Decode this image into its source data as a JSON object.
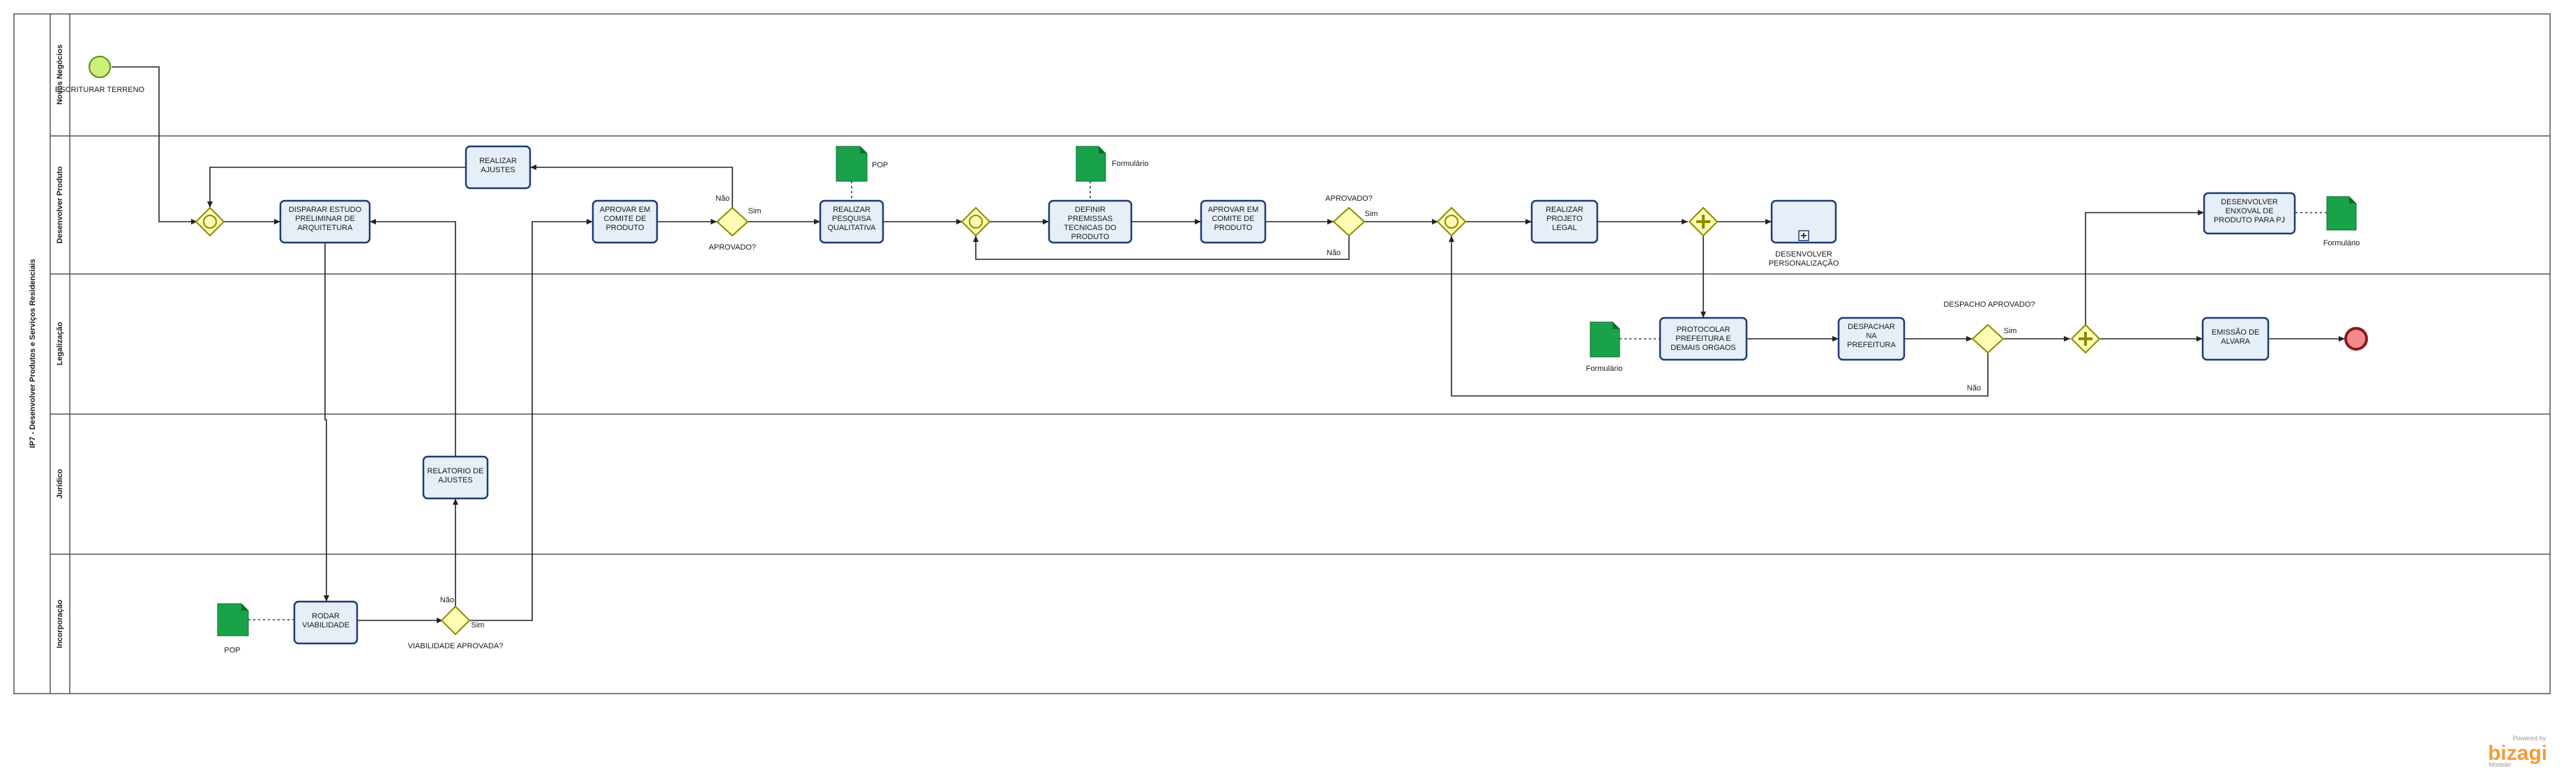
{
  "pool": {
    "title": "IP7 - Desenvolver Produtos e Serviços Residenciais"
  },
  "lanes": [
    "Novos Negócios",
    "Desenvolver Produto",
    "Legalização",
    "Jurídico",
    "Incorporação"
  ],
  "events": {
    "start_label": "ESCRITURAR TERRENO"
  },
  "tasks": {
    "disparar": "DISPARAR ESTUDO PRELIMINAR DE ARQUITETURA",
    "realizar_ajustes": "REALIZAR AJUSTES",
    "aprovar_comite_1": "APROVAR EM COMITE DE PRODUTO",
    "pesquisa": "REALIZAR PESQUISA QUALITATIVA",
    "premissas": "DEFINIR PREMISSAS TECNICAS DO PRODUTO",
    "aprovar_comite_2": "APROVAR EM COMITE DE PRODUTO",
    "projeto_legal": "REALIZAR PROJETO LEGAL",
    "desenvolver_enxoval": "DESENVOLVER ENXOVAL DE PRODUTO PARA PJ",
    "protocolar": "PROTOCOLAR PREFEITURA E DEMAIS ORGAOS",
    "despachar": "DESPACHAR NA PREFEITURA",
    "emissao": "EMISSÃO DE ALVARA",
    "relatorio": "RELATORIO DE AJUSTES",
    "rodar": "RODAR VIABILIDADE",
    "subprocess_label": "DESENVOLVER PERSONALIZAÇÃO"
  },
  "gateways": {
    "aprovado_1": "APROVADO?",
    "aprovado_2": "APROVADO?",
    "despacho": "DESPACHO APROVADO?",
    "viabilidade": "VIABILIDADE APROVADA?"
  },
  "flow_labels": {
    "sim": "Sim",
    "nao": "Não"
  },
  "artifacts": {
    "pop": "POP",
    "formulario": "Formulário"
  },
  "branding": {
    "powered_by": "Powered by",
    "name": "bizagi",
    "sub": "Modeler"
  },
  "colors": {
    "task_fill": "#e6eef8",
    "task_stroke": "#1f3b73",
    "gateway_fill": "#fffdb3",
    "start_fill": "#ccf07a",
    "end_fill": "#f28a8a",
    "document": "#19a24a"
  }
}
